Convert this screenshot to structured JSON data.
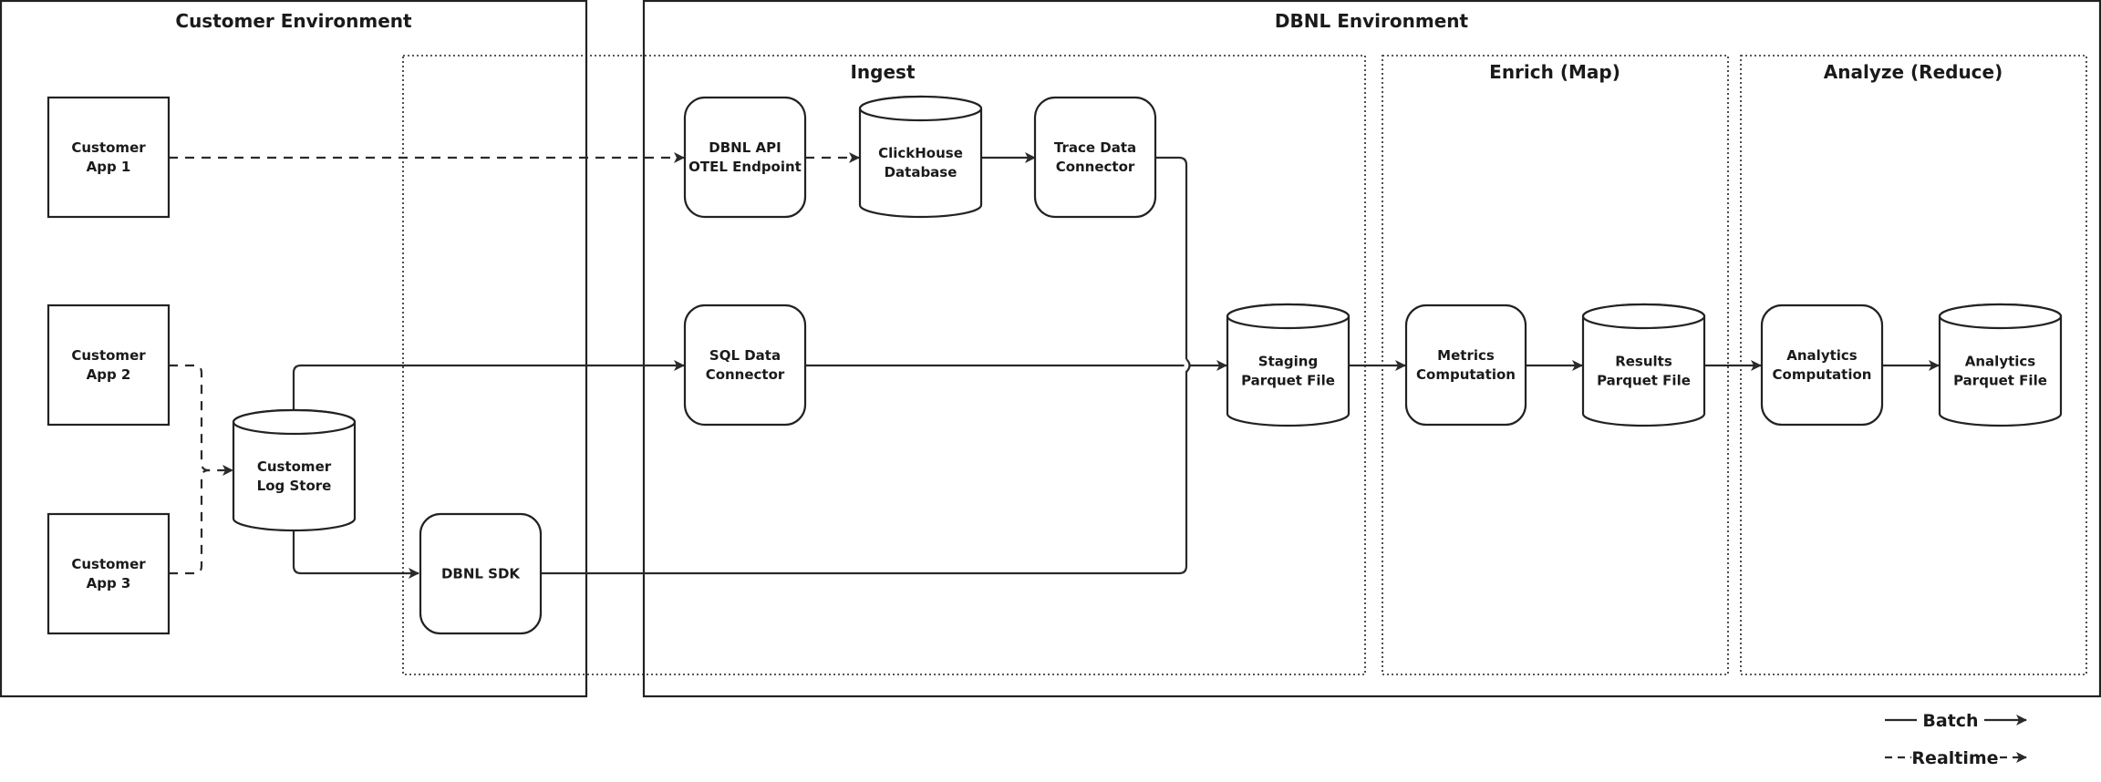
{
  "regions": {
    "customer": "Customer Environment",
    "dbnl": "DBNL Environment",
    "ingest": "Ingest",
    "enrich": "Enrich (Map)",
    "analyze": "Analyze (Reduce)"
  },
  "nodes": {
    "app1": [
      "Customer",
      "App 1"
    ],
    "app2": [
      "Customer",
      "App 2"
    ],
    "app3": [
      "Customer",
      "App 3"
    ],
    "logstore": [
      "Customer",
      "Log Store"
    ],
    "sdk": [
      "DBNL SDK"
    ],
    "api": [
      "DBNL API",
      "OTEL Endpoint"
    ],
    "clickhouse": [
      "ClickHouse",
      "Database"
    ],
    "trace": [
      "Trace Data",
      "Connector"
    ],
    "sql": [
      "SQL Data",
      "Connector"
    ],
    "staging": [
      "Staging",
      "Parquet File"
    ],
    "metrics": [
      "Metrics",
      "Computation"
    ],
    "results": [
      "Results",
      "Parquet File"
    ],
    "acomp": [
      "Analytics",
      "Computation"
    ],
    "afile": [
      "Analytics",
      "Parquet File"
    ]
  },
  "legend": {
    "batch": "Batch",
    "realtime": "Realtime"
  }
}
